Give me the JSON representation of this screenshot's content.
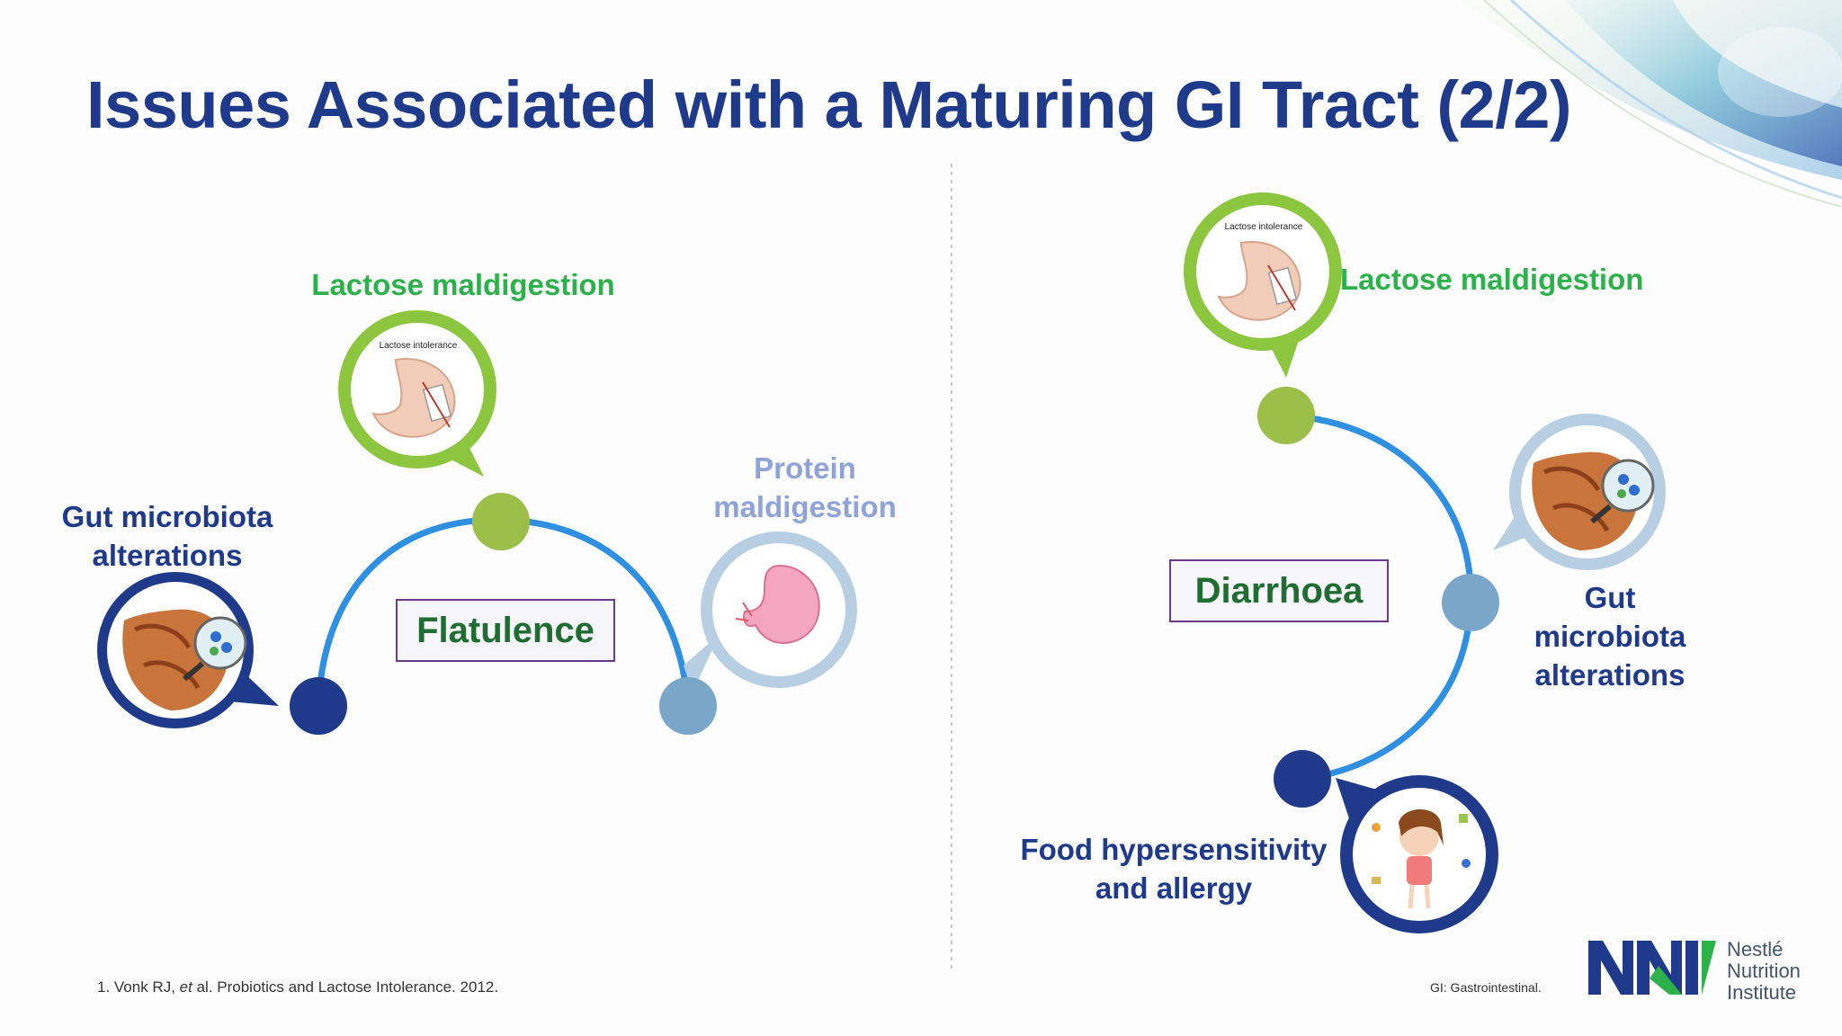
{
  "title": "Issues Associated with a Maturing GI Tract (2/2)",
  "left": {
    "center_label": "Flatulence",
    "nodes": {
      "lactose": "Lactose maldigestion",
      "gut": "Gut microbiota alterations",
      "protein": "Protein maldigestion"
    },
    "image_caption": "Lactose intolerance"
  },
  "right": {
    "center_label": "Diarrhoea",
    "nodes": {
      "lactose": "Lactose maldigestion",
      "gut": "Gut microbiota alterations",
      "food": "Food hypersensitivity and allergy"
    },
    "image_caption": "Lactose intolerance"
  },
  "footer": {
    "reference_prefix": "1. Vonk RJ, ",
    "reference_etal": "et",
    "reference_suffix": " al. Probiotics and Lactose Intolerance. 2012.",
    "abbrev": "GI: Gastrointestinal.",
    "logo_text": [
      "Nestlé",
      "Nutrition",
      "Institute"
    ]
  },
  "colors": {
    "title": "#1f3a8a",
    "green": "#2db14b",
    "navy": "#1f3a8a",
    "lavender": "#8fa3d8",
    "arc": "#2f8fe0",
    "lime_dot": "#9cbf4a",
    "steel_dot": "#7aa6c9",
    "box_border": "#6a3a8c"
  }
}
